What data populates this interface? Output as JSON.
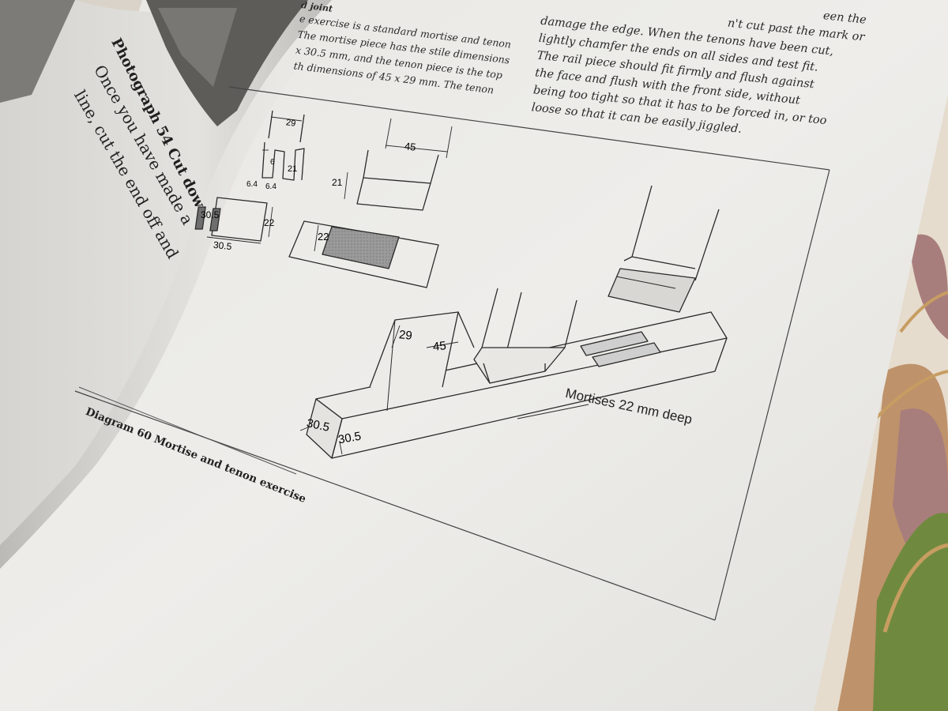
{
  "left_page": {
    "photo_caption": "Photograph 54 Cut dow",
    "body_line_1": "Once you have made a",
    "body_line_2": "line, cut the end off and"
  },
  "small_column": {
    "title_fragment": "d joint",
    "lines": [
      "e exercise is a standard mortise and tenon",
      "The mortise piece has the stile dimensions",
      "x 30.5 mm, and the tenon piece is the top",
      "th dimensions of 45 x 29 mm. The tenon"
    ]
  },
  "right_column": {
    "lines": [
      "een the",
      "n't cut past the mark or",
      "damage the edge. When the tenons have been cut,",
      "lightly chamfer the ends on all sides and test fit.",
      "The rail piece should fit firmly and flush against",
      "the face and flush with the front side, without",
      "being too tight so that it has to be forced in, or too",
      "loose so that it can be easily jiggled."
    ]
  },
  "diagram": {
    "caption": "Diagram 60 Mortise and tenon exercise",
    "labels": {
      "tenon_end_width": "29",
      "tenon_end_gap": "6",
      "tenon_end_height": "21",
      "tenon_end_left": "6.4",
      "tenon_end_right": "6.4",
      "rail_width": "45",
      "rail_height": "21",
      "stile_end_left": "30.5",
      "stile_end_bottom": "30.5",
      "stile_end_right": "22",
      "mortise_depth_plan": "22",
      "iso_29": "29",
      "iso_45": "45",
      "iso_30_5_a": "30.5",
      "iso_30_5_b": "30.5",
      "mortises_note": "Mortises 22 mm deep"
    }
  },
  "colors": {
    "paper": "#ecebe8",
    "ink": "#2a2a2a",
    "shade": "#8f8f8f",
    "tablecloth_cream": "#e6dccd",
    "tablecloth_brown": "#b07a4a",
    "tablecloth_pink": "#a87e7c",
    "tablecloth_green": "#6f8a3e"
  }
}
